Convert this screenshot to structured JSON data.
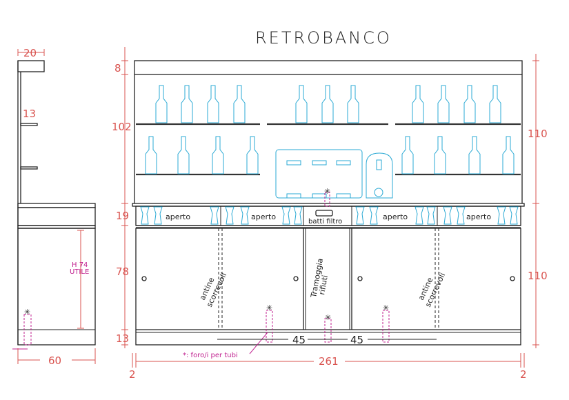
{
  "title": "RETROBANCO",
  "side_view": {
    "top_depth": "20",
    "shelf_depth": "13",
    "inner_height": "H 74",
    "inner_height_note": "UTILE",
    "total_depth": "60"
  },
  "front_dimensions": {
    "left": [
      "8",
      "102",
      "19",
      "78",
      "13"
    ],
    "right": [
      "110",
      "110"
    ],
    "total_width": "261",
    "edge_left": "2",
    "edge_right": "2",
    "bottom_gap_left": "45",
    "bottom_gap_right": "45"
  },
  "glass_rack_labels": [
    "aperto",
    "aperto",
    "aperto",
    "aperto"
  ],
  "filter_label": "batti filtro",
  "door_labels": {
    "left_line1": "antine",
    "left_line2": "scorrevoli",
    "center_line1": "Tramoggia",
    "center_line2": "rifiuti",
    "right_line1": "antine",
    "right_line2": "scorrevoli"
  },
  "footnote": "*: foro/i per tubi",
  "colors": {
    "dimension": "#d9534f",
    "bottles": "#2aa9d4",
    "pipes": "#c0208f",
    "lines": "#222222"
  }
}
